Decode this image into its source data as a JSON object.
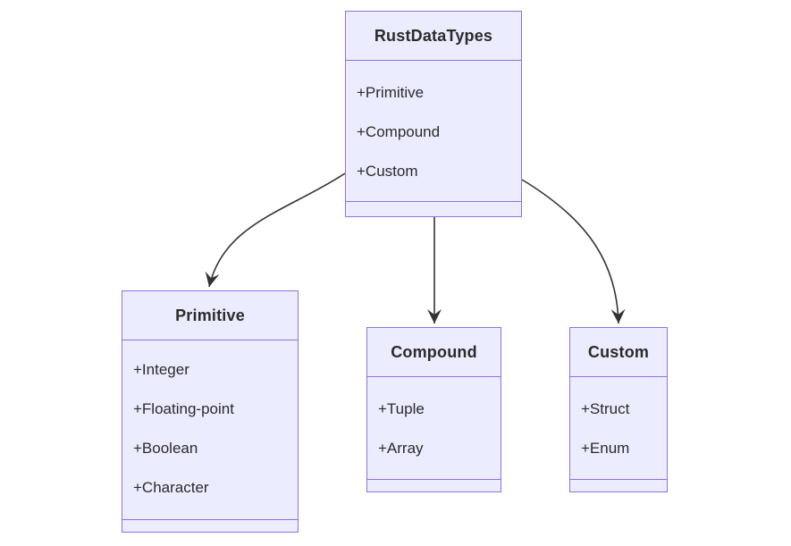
{
  "diagram": {
    "kind": "class-diagram",
    "colors": {
      "background": "#ffffff",
      "node_fill": "#ECECFF",
      "node_border": "#9370DB",
      "text": "#2b2b2b",
      "arrow": "#333333"
    },
    "classes": [
      {
        "name": "RustDataTypes",
        "attributes": [
          "+Primitive",
          "+Compound",
          "+Custom"
        ],
        "methods": []
      },
      {
        "name": "Primitive",
        "attributes": [
          "+Integer",
          "+Floating-point",
          "+Boolean",
          "+Character"
        ],
        "methods": []
      },
      {
        "name": "Compound",
        "attributes": [
          "+Tuple",
          "+Array"
        ],
        "methods": []
      },
      {
        "name": "Custom",
        "attributes": [
          "+Struct",
          "+Enum"
        ],
        "methods": []
      }
    ],
    "relations": [
      {
        "from": "RustDataTypes",
        "to": "Primitive",
        "type": "arrow"
      },
      {
        "from": "RustDataTypes",
        "to": "Compound",
        "type": "arrow"
      },
      {
        "from": "RustDataTypes",
        "to": "Custom",
        "type": "arrow"
      }
    ]
  }
}
